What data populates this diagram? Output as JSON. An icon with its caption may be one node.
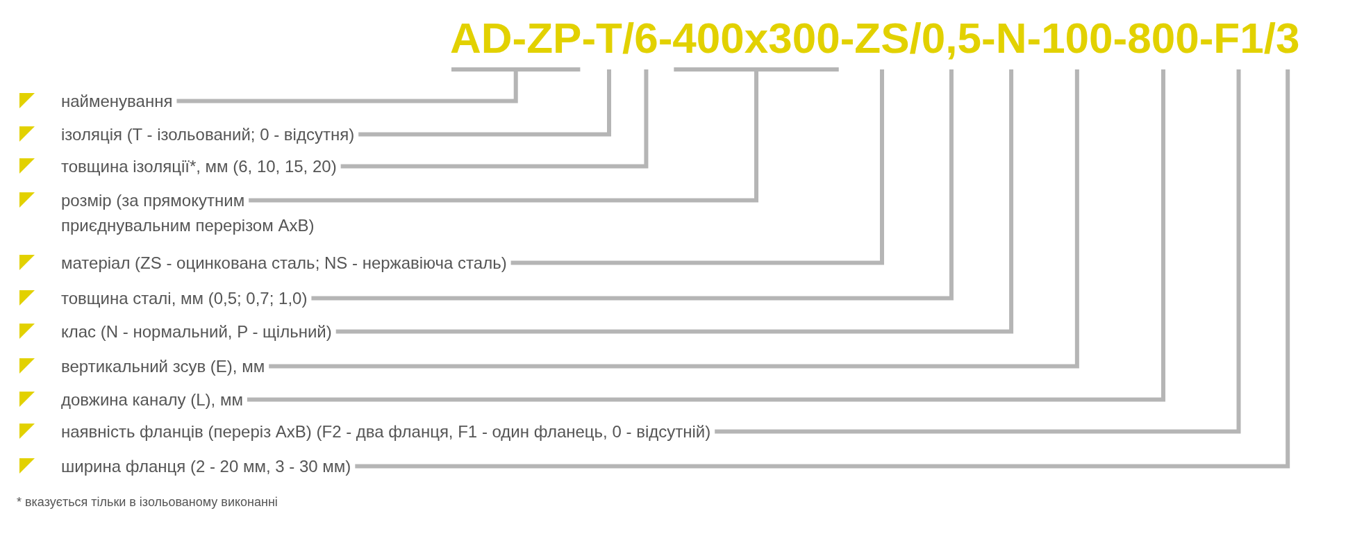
{
  "diagram": {
    "nodes": [
      {
        "text": [
          "AD-ZP"
        ]
      },
      {
        "text": [
          "T"
        ]
      },
      {
        "text": [
          "6"
        ]
      },
      {
        "text": [
          "400x300"
        ]
      },
      {
        "text": [
          "ZS"
        ]
      },
      {
        "text": [
          "0,5"
        ]
      },
      {
        "text": [
          "N"
        ]
      },
      {
        "text": [
          "100"
        ]
      },
      {
        "text": [
          "800"
        ]
      },
      {
        "text": [
          "F1"
        ]
      },
      {
        "text": [
          "3"
        ]
      },
      {
        "text": [
          "найменування"
        ]
      },
      {
        "text": [
          "ізоляція (T - ізольований; 0 - відсутня)"
        ]
      },
      {
        "text": [
          "товщина ізоляції*, мм (6, 10, 15, 20)"
        ]
      },
      {
        "text": [
          "розмір (за прямокутним приєднувальним перерізом AxB)"
        ]
      },
      {
        "text": [
          "матеріал (ZS - оцинкована сталь; NS - нержавіюча сталь)"
        ]
      },
      {
        "text": [
          "товщина сталі, мм (0,5; 0,7; 1,0)"
        ]
      },
      {
        "text": [
          "клас (N - нормальний, P - щільний)"
        ]
      },
      {
        "text": [
          "вертикальний зсув (E), мм"
        ]
      },
      {
        "text": [
          "довжина каналу (L), мм"
        ]
      },
      {
        "text": [
          "наявність фланців (переріз AxB) (F2 - два фланця, F1 - один фланець, 0 - відсутній)"
        ]
      },
      {
        "text": [
          "ширина фланця (2 - 20 мм, 3 - 30 мм)"
        ]
      }
    ],
    "edges": [
      {
        "from": 11,
        "to": 0,
        "arrow": "none"
      },
      {
        "from": 12,
        "to": 1,
        "arrow": "none"
      },
      {
        "from": 13,
        "to": 2,
        "arrow": "none"
      },
      {
        "from": 14,
        "to": 3,
        "arrow": "none"
      },
      {
        "from": 15,
        "to": 4,
        "arrow": "none"
      },
      {
        "from": 16,
        "to": 5,
        "arrow": "none"
      },
      {
        "from": 17,
        "to": 6,
        "arrow": "none"
      },
      {
        "from": 18,
        "to": 7,
        "arrow": "none"
      },
      {
        "from": 19,
        "to": 8,
        "arrow": "none"
      },
      {
        "from": 20,
        "to": 9,
        "arrow": "none"
      },
      {
        "from": 21,
        "to": 10,
        "arrow": "none"
      }
    ],
    "labels": [
      "-",
      "/",
      "-",
      "-",
      "/",
      "-",
      "-",
      "-",
      "-",
      "/",
      "* вказується тільки в ізольованому виконанні"
    ]
  }
}
